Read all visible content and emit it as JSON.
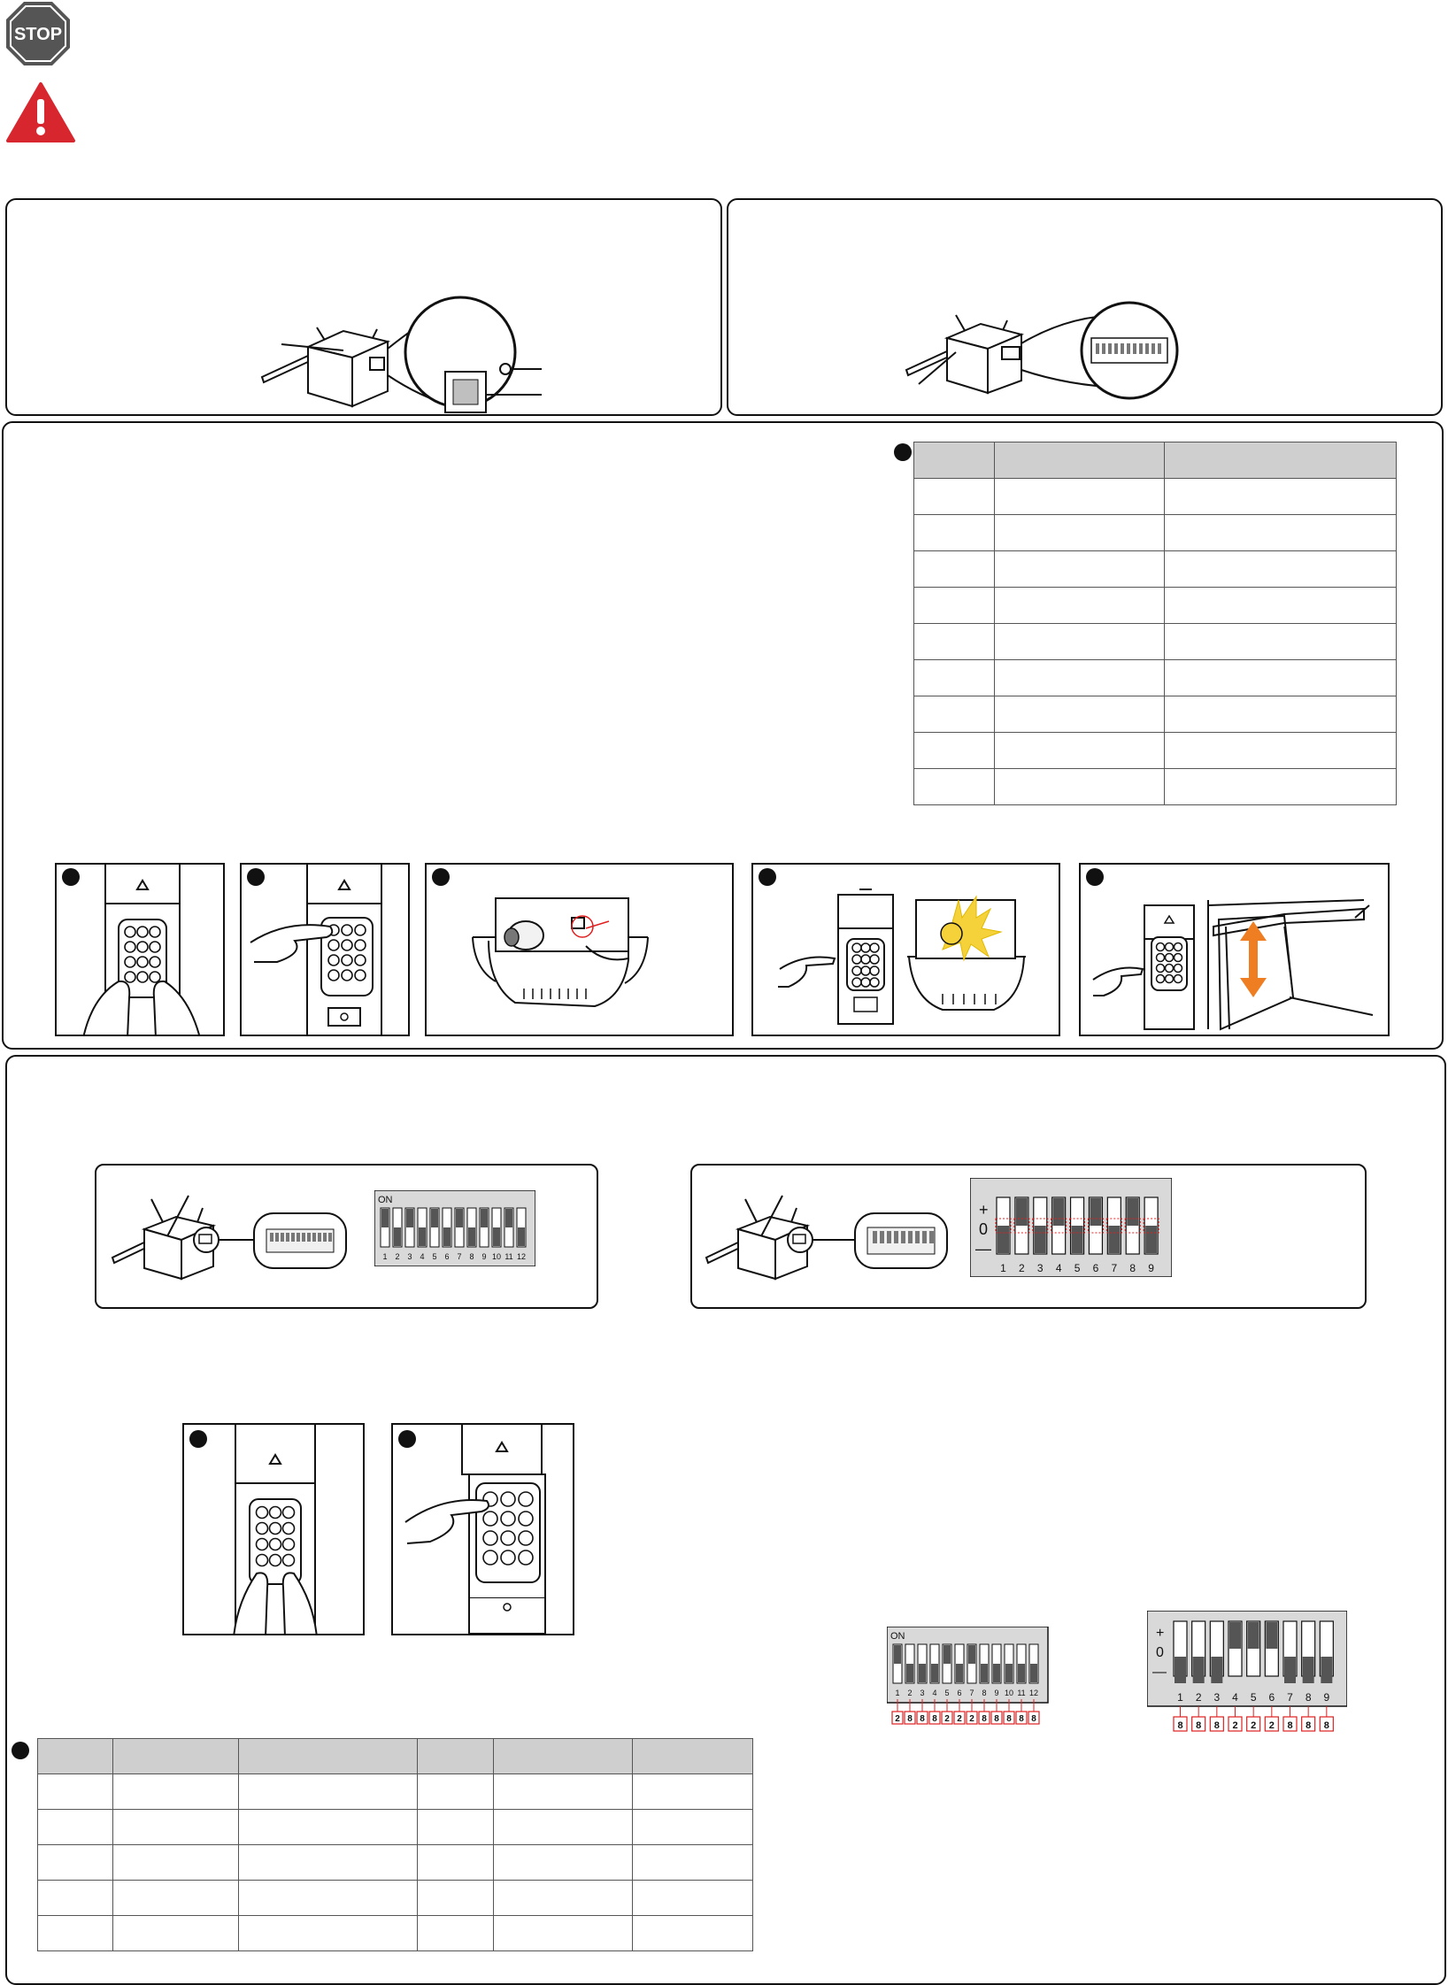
{
  "icons": {
    "stop_sign": "STOP",
    "stop_color": "#555555",
    "warning_color": "#d7262e",
    "motion_arrow_color": "#ef7d22",
    "light_color": "#f5d23a",
    "code_red": "#e02020"
  },
  "dip12": {
    "on_label": "ON",
    "positions": [
      "1",
      "2",
      "3",
      "4",
      "5",
      "6",
      "7",
      "8",
      "9",
      "10",
      "11",
      "12"
    ],
    "overview_up": [
      true,
      false,
      true,
      false,
      true,
      false,
      true,
      false,
      true,
      false,
      true,
      false
    ],
    "example_up": [
      true,
      false,
      false,
      false,
      true,
      false,
      true,
      false,
      false,
      false,
      false,
      false
    ],
    "example_codes": [
      "2",
      "8",
      "8",
      "8",
      "2",
      "2",
      "2",
      "8",
      "8",
      "8",
      "8",
      "8"
    ]
  },
  "dip9": {
    "plus_label": "+",
    "zero_label": "0",
    "minus_label": "—",
    "positions": [
      "1",
      "2",
      "3",
      "4",
      "5",
      "6",
      "7",
      "8",
      "9"
    ],
    "example_codes": [
      "8",
      "8",
      "8",
      "2",
      "2",
      "2",
      "8",
      "8",
      "8"
    ]
  }
}
